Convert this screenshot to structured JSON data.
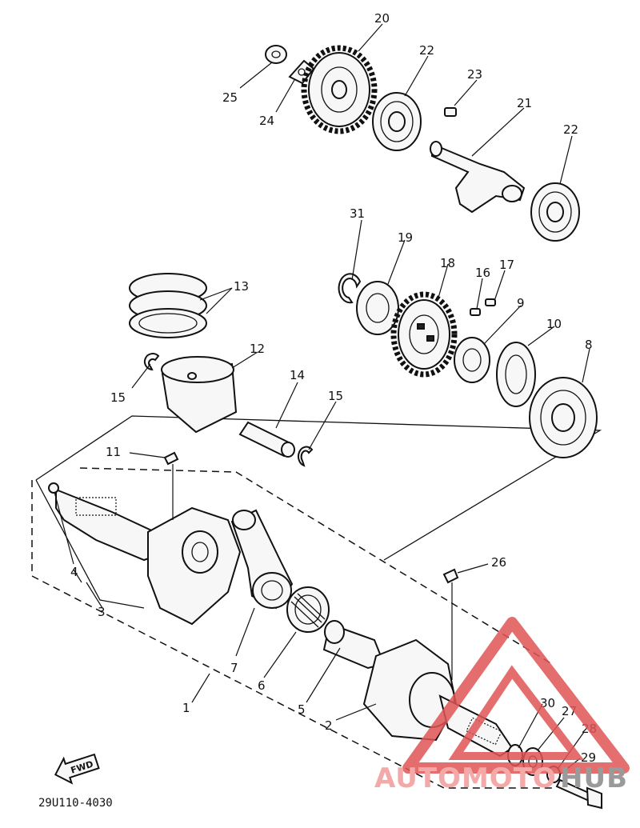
{
  "diagram": {
    "callouts": [
      "1",
      "2",
      "3",
      "4",
      "5",
      "6",
      "7",
      "8",
      "9",
      "10",
      "11",
      "12",
      "13",
      "14",
      "15",
      "15",
      "16",
      "17",
      "18",
      "19",
      "20",
      "21",
      "22",
      "22",
      "23",
      "24",
      "25",
      "26",
      "27",
      "28",
      "29",
      "30",
      "31"
    ],
    "fwd_label": "FWD",
    "drawing_code": "29U110-4030"
  },
  "watermark": {
    "text_left": "AUTOMOTO",
    "text_right": "HUB",
    "color_left": "#f4a9a9",
    "color_right": "#9a9a9a",
    "logo_color": "#e05555"
  }
}
